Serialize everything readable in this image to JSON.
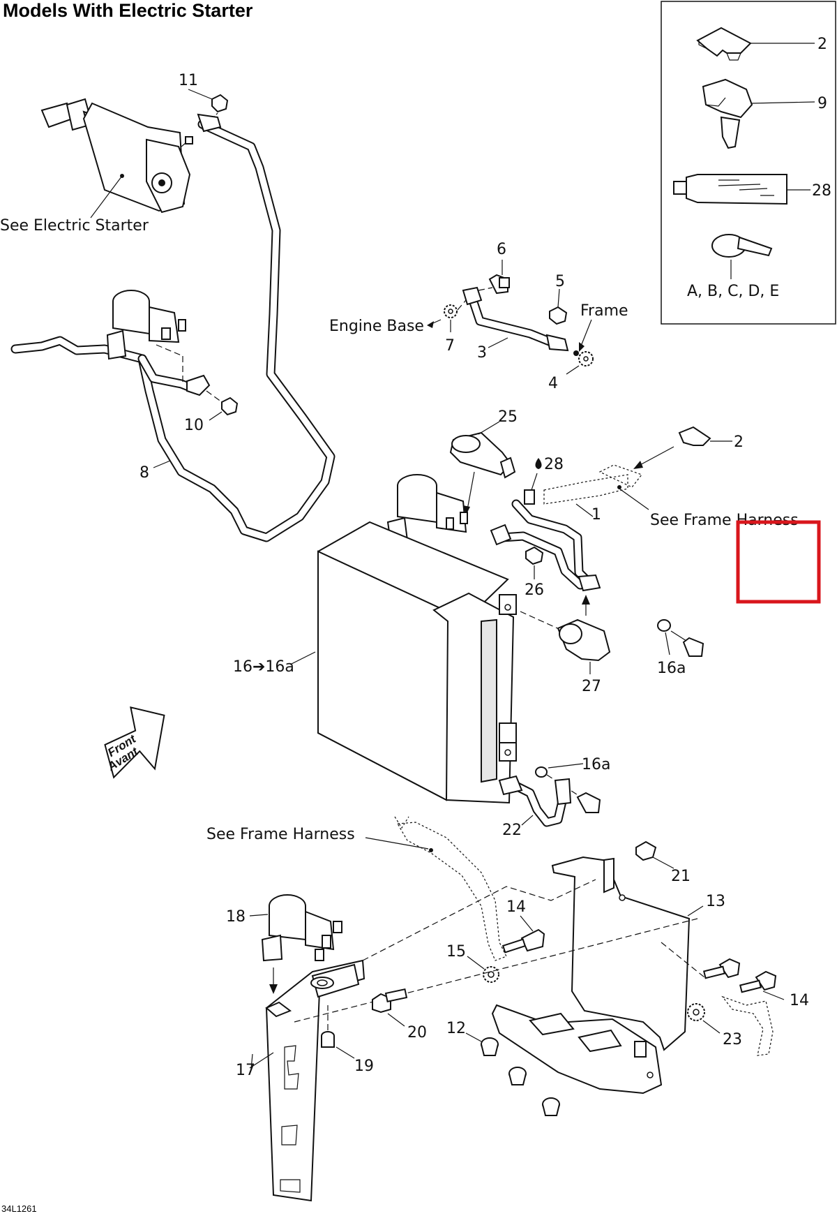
{
  "title": "Models With Electric Starter",
  "diagram_code": "34L1261",
  "callouts": {
    "see_electric_starter": "See Electric Starter",
    "engine_base": "Engine Base",
    "frame": "Frame",
    "see_frame_harness_1": "See Frame Harness",
    "see_frame_harness_2": "See Frame Harness",
    "battery_ref": "16➔16a",
    "front_line1": "Front",
    "front_line2": "Avant"
  },
  "inset": {
    "labels": [
      "2",
      "9",
      "28",
      "A, B, C, D, E"
    ]
  },
  "part_numbers": {
    "p1": "1",
    "p2": "2",
    "p3": "3",
    "p4": "4",
    "p5": "5",
    "p6": "6",
    "p7": "7",
    "p8": "8",
    "p10": "10",
    "p11": "11",
    "p12": "12",
    "p13": "13",
    "p14a": "14",
    "p14b": "14",
    "p15": "15",
    "p16a_1": "16a",
    "p16a_2": "16a",
    "p17": "17",
    "p18": "18",
    "p19": "19",
    "p20": "20",
    "p21": "21",
    "p22": "22",
    "p23": "23",
    "p25": "25",
    "p26": "26",
    "p27": "27",
    "p28": "28"
  },
  "colors": {
    "line": "#111111",
    "highlight_box": "#d9161c"
  }
}
